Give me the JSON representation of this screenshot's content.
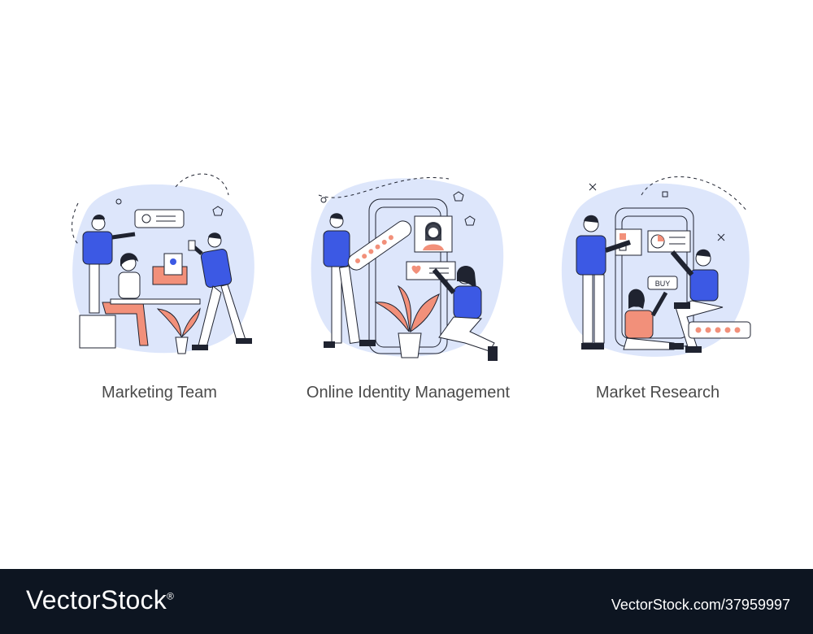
{
  "palette": {
    "blob": "#dde6fb",
    "blue": "#3c59e4",
    "salmon": "#f2907a",
    "ink": "#1f2330",
    "footer_bg": "#0d1521"
  },
  "panels": [
    {
      "caption": "Marketing Team",
      "icon": "marketing-team-illustration"
    },
    {
      "caption": "Online Identity Management",
      "icon": "online-identity-illustration"
    },
    {
      "caption": "Market Research",
      "icon": "market-research-illustration"
    }
  ],
  "research_card": {
    "buy_label": "BUY"
  },
  "footer": {
    "brand": "VectorStock",
    "trademark": "®",
    "asset_id": "VectorStock.com/37959997"
  }
}
